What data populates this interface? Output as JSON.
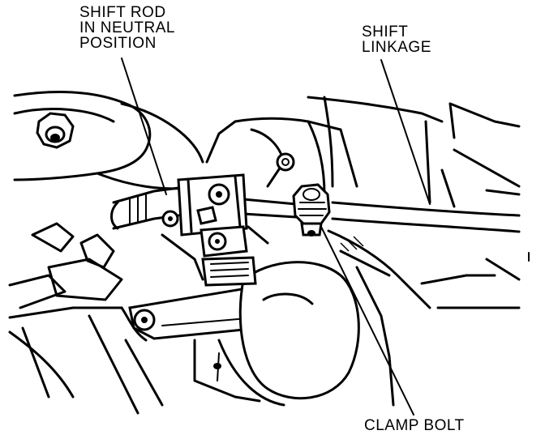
{
  "callouts": {
    "shift_rod": [
      "SHIFT ROD",
      "IN NEUTRAL",
      "POSITION"
    ],
    "shift_linkage": [
      "SHIFT",
      "LINKAGE"
    ],
    "clamp_bolt": "CLAMP BOLT"
  }
}
